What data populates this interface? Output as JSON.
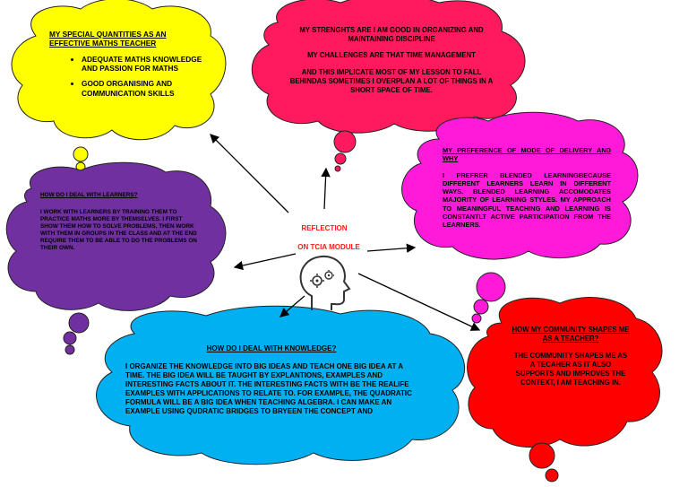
{
  "colors": {
    "yellow": "#ffff00",
    "pink_red": "#ff1a5e",
    "magenta": "#ff1ad9",
    "purple": "#7030a0",
    "blue": "#00b0f0",
    "red": "#ff0000",
    "center_text": "#ff1a1a"
  },
  "icons": [
    "head-gears-icon"
  ],
  "center": {
    "line1": "REFLECTION",
    "line2": "ON TCIA MODULE"
  },
  "yellow_cloud": {
    "title": "MY SPECIAL QUANTITIES AS AN EFFECTIVE MATHS TEACHER",
    "bullets": [
      "ADEQUATE MATHS KNOWLEDGE AND PASSION FOR MATHS",
      "GOOD ORGANISING AND COMMUNICATION SKILLS"
    ]
  },
  "pink_cloud": {
    "p1": "MY STRENGHTS ARE I AM GOOD IN ORGANIZING AND MAINTAINING DISCIPLINE",
    "p2": "MY CHALLENGES ARE THAT TIME MANAGEMENT",
    "p3": "AND THIS IMPLICATE MOST OF MY LESSON TO FALL BEHINDAS SOMETIMES I OVERPLAN A LOT OF THINGS IN A SHORT SPACE OF TIME."
  },
  "magenta_cloud": {
    "title": "MY PREFERENCE OF MODE OF DELIVERY AND WHY",
    "body": "I PREFRER BLENDED LEARNINGBECAUSE DIFFERENT LEARNERS LEARN IN DIFFERENT WAYS. BLENDED LEARNING ACCOMODATES MAJORITY OF LEARNING STYLES. MY APPROACH TO MEANINGFUL TEACHING AND LEARNING IS CONSTANTLT ACTIVE PARTICIPATION FROM THE LEARNERS."
  },
  "purple_cloud": {
    "title": "HOW DO I DEAL WITH LEARNERS?",
    "body": "I WORK WITH LEARNERS BY TRAINING THEM TO PRACTICE MATHS MORE BY THEMSELVES. I FIRST SHOW THEM HOW TO SOLVE PROBLEMS, THEN WORK WITH THEM IN GROUPS IN THE CLASS AND AT THE END REQUIRE THEM TO BE ABLE TO DO THE PROBLEMS ON THEIR OWN."
  },
  "blue_cloud": {
    "title": "HOW DO I DEAL WITH KNOWLEDGE?",
    "body": "I ORGANIZE THE KNOWLEDGE INTO BIG IDEAS AND TEACH ONE BIG IDEA AT A TIME. THE BIG IDEA WILL BE TAUGHT BY EXPLANTIONS, EXAMPLES AND INTERESTING FACTS ABOUT IT. THE INTERESTING FACTS WITH BE THE REALIFE EXAMPLES WITH APPLICATIONS TO RELATE TO. FOR EXAMPLE, THE QUADRATIC FORMULA WILL BE A BIG IDEA WHEN TEACHING ALGEBRA. I CAN MAKE AN EXAMPLE USING QUDRATIC BRIDGES TO BRYEEN THE CONCEPT AND"
  },
  "red_cloud": {
    "title": "HOW MY COMMUNITY SHAPES ME AS A TEACHER?",
    "body": "THE COMMUNITY SHAPES ME AS A TECAHER AS IT ALSO SUPPORTS AND IMPROVES THE CONTEXT, I AM TEACHING IN."
  }
}
